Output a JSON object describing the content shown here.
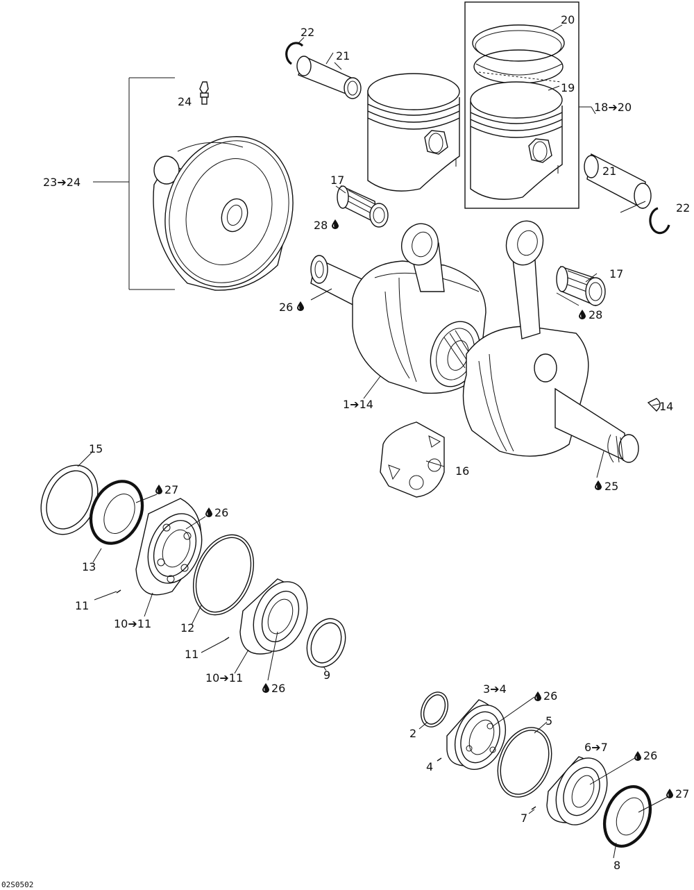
{
  "diagram": {
    "code": "02S0502",
    "labels": {
      "n22a": "22",
      "n21a": "21",
      "n20": "20",
      "n19": "19",
      "n18_20": "18➔20",
      "n24": "24",
      "n23_24": "23➔24",
      "n17a": "17",
      "n28a": "28",
      "n21b": "21",
      "n22b": "22",
      "n17b": "17",
      "n28b": "28",
      "n26a": "26",
      "n1_14": "1➔14",
      "n14": "14",
      "n16": "16",
      "n25": "25",
      "n15": "15",
      "n27a": "27",
      "n26b": "26",
      "n13": "13",
      "n11a": "11",
      "n10_11a": "10➔11",
      "n12": "12",
      "n11b": "11",
      "n10_11b": "10➔11",
      "n26c": "26",
      "n9": "9",
      "n3_4": "3➔4",
      "n26d": "26",
      "n2": "2",
      "n5": "5",
      "n4": "4",
      "n6_7": "6➔7",
      "n26e": "26",
      "n7": "7",
      "n27b": "27",
      "n8": "8"
    }
  }
}
